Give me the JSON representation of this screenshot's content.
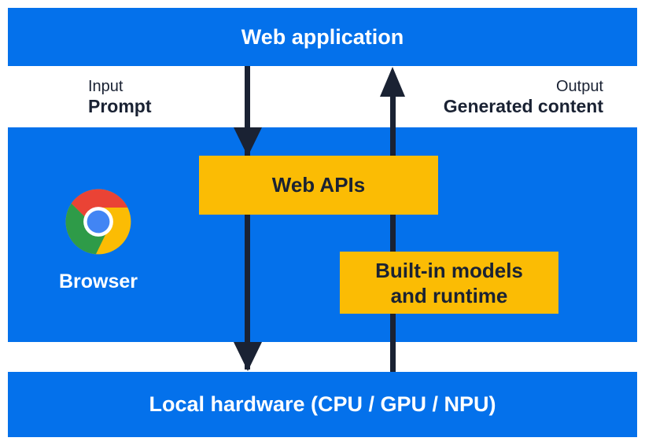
{
  "colors": {
    "panel_blue": "#0471EB",
    "box_yellow": "#FBBC04",
    "dark_navy": "#1A2233",
    "text_white": "#FFFFFF",
    "chrome_red": "#EA4335",
    "chrome_green": "#2E9B48",
    "chrome_yellow": "#FBBC04",
    "chrome_blue": "#4285F4"
  },
  "top_bar": {
    "label": "Web application"
  },
  "flow_labels": {
    "input_title": "Input",
    "input_value": "Prompt",
    "output_title": "Output",
    "output_value": "Generated content"
  },
  "browser_panel": {
    "browser_label": "Browser",
    "web_apis_label": "Web APIs",
    "builtin_line1": "Built-in models",
    "builtin_line2": "and runtime"
  },
  "bottom_bar": {
    "label": "Local hardware (CPU / GPU / NPU)"
  },
  "arrows": {
    "down_arrow": "web-application-to-local-hardware",
    "up_arrow": "local-hardware-to-web-application"
  }
}
